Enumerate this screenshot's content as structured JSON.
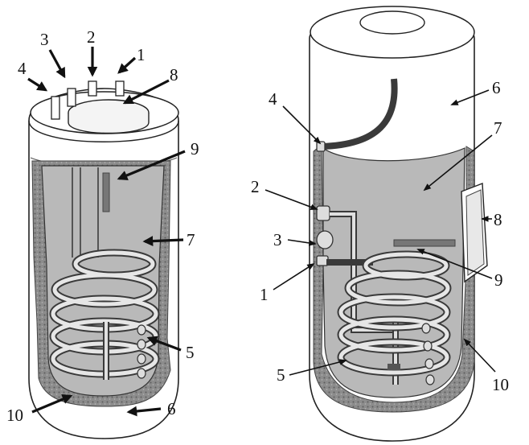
{
  "callouts": {
    "left": {
      "n1": "1",
      "n2": "2",
      "n3": "3",
      "n4": "4",
      "n5": "5",
      "n6": "6",
      "n7": "7",
      "n8": "8",
      "n9": "9",
      "n10": "10"
    },
    "right": {
      "n1": "1",
      "n2": "2",
      "n3": "3",
      "n4": "4",
      "n5": "5",
      "n6": "6",
      "n7": "7",
      "n8": "8",
      "n9": "9",
      "n10": "10"
    }
  },
  "colors": {
    "cavity": "#b9b9b9",
    "insulation": "#8c8c8c",
    "outline": "#222222",
    "label": "#111111"
  }
}
